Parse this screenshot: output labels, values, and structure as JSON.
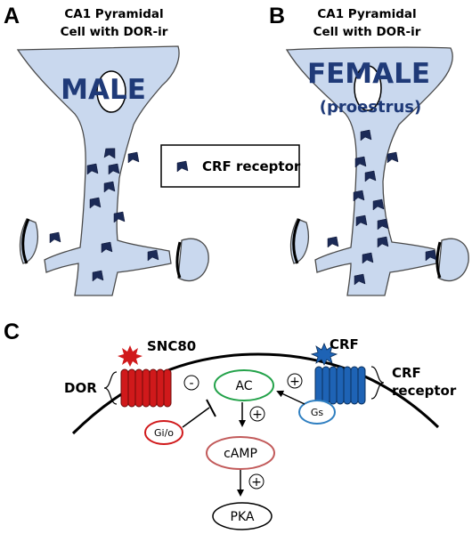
{
  "panel_a": {
    "letter": "A",
    "title_line1": "CA1 Pyramidal",
    "title_line2": "Cell with DOR-ir",
    "label": "MALE"
  },
  "panel_b": {
    "letter": "B",
    "title_line1": "CA1 Pyramidal",
    "title_line2": "Cell with DOR-ir",
    "label": "FEMALE",
    "sublabel": "(proestrus)"
  },
  "legend": {
    "text": "CRF receptor"
  },
  "panel_c": {
    "letter": "C",
    "dor_label": "DOR",
    "agonist_label": "SNC80",
    "crf_label": "CRF",
    "crf_receptor_label_line1": "CRF",
    "crf_receptor_label_line2": "receptor",
    "gio_label": "Gi/o",
    "gs_label": "Gs",
    "ac_label": "AC",
    "camp_label": "cAMP",
    "pka_label": "PKA",
    "minus_sign": "-",
    "plus_sign_1": "+",
    "plus_sign_2": "+",
    "plus_sign_3": "+"
  },
  "colors": {
    "cell_fill": "#c9d8ee",
    "receptor_navy": "#1b2a56",
    "label_blue": "#1f3a78",
    "dor_red": "#d0191b",
    "crf_receptor_blue": "#1e63b5",
    "ac_green": "#23a24a",
    "camp_pink": "#c25a5a",
    "gs_blue": "#2f7fc1",
    "gio_red": "#d0191b"
  }
}
